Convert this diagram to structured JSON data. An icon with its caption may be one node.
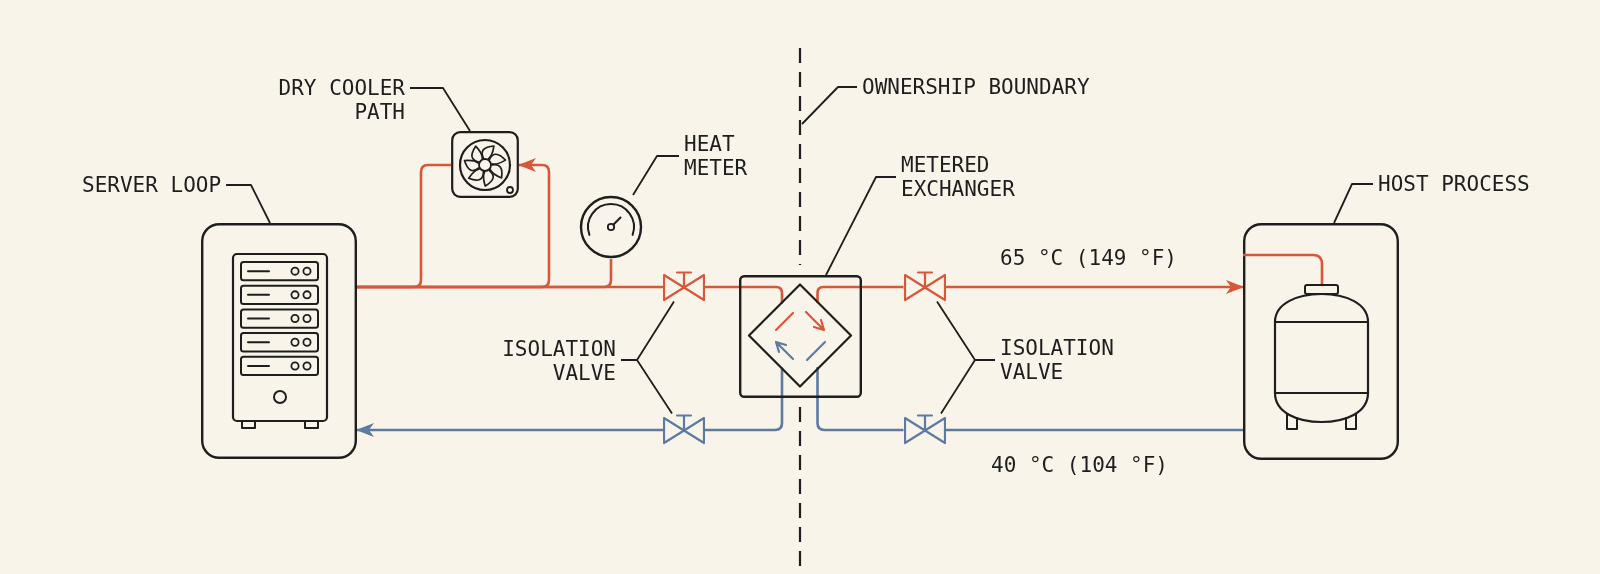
{
  "diagram": {
    "nodes": [
      {
        "text": [
          "SERVER LOOP"
        ]
      },
      {
        "text": [],
        "shape": "picture"
      },
      {
        "text": [
          "DRY COOLER PATH"
        ]
      },
      {
        "text": [],
        "shape": "picture"
      },
      {
        "text": [
          "HEAT METER"
        ]
      },
      {
        "text": [],
        "shape": "picture"
      },
      {
        "text": [
          "ISOLATION VALVE"
        ]
      },
      {
        "text": [],
        "shape": "valve"
      },
      {
        "text": [],
        "shape": "valve"
      },
      {
        "text": [
          "OWNERSHIP BOUNDARY"
        ]
      },
      {
        "text": [],
        "shape": "line"
      },
      {
        "text": [
          "METERED EXCHANGER"
        ]
      },
      {
        "text": [],
        "shape": "picture"
      },
      {
        "text": [
          "ISOLATION VALVE"
        ]
      },
      {
        "text": [],
        "shape": "valve"
      },
      {
        "text": [],
        "shape": "valve"
      },
      {
        "text": [
          "HOST PROCESS"
        ]
      },
      {
        "text": [],
        "shape": "picture"
      }
    ],
    "edges": [
      {
        "from": 0,
        "to": 1,
        "arrow": "none"
      },
      {
        "from": 2,
        "to": 3,
        "arrow": "none"
      },
      {
        "from": 4,
        "to": 5,
        "arrow": "none"
      },
      {
        "from": 6,
        "to": 7,
        "arrow": "none"
      },
      {
        "from": 6,
        "to": 8,
        "arrow": "none"
      },
      {
        "from": 9,
        "to": 10,
        "arrow": "none"
      },
      {
        "from": 11,
        "to": 12,
        "arrow": "none"
      },
      {
        "from": 13,
        "to": 14,
        "arrow": "none"
      },
      {
        "from": 13,
        "to": 15,
        "arrow": "none"
      },
      {
        "from": 16,
        "to": 17,
        "arrow": "none"
      },
      {
        "from": 1,
        "to": 7,
        "arrow": "none",
        "color": "#d8573b"
      },
      {
        "from": 3,
        "to": 1,
        "arrow": "none",
        "color": "#d8573b"
      },
      {
        "from": 1,
        "to": 3,
        "arrow": "to",
        "color": "#d8573b"
      },
      {
        "from": 1,
        "to": 5,
        "arrow": "none",
        "color": "#d8573b"
      },
      {
        "from": 7,
        "to": 12,
        "arrow": "none",
        "color": "#d8573b"
      },
      {
        "from": 12,
        "to": 14,
        "arrow": "none",
        "color": "#d8573b"
      },
      {
        "from": 14,
        "to": 17,
        "arrow": "to",
        "color": "#d8573b"
      },
      {
        "from": 17,
        "to": 15,
        "arrow": "none",
        "color": "#5e7aa0"
      },
      {
        "from": 15,
        "to": 12,
        "arrow": "none",
        "color": "#5e7aa0"
      },
      {
        "from": 12,
        "to": 8,
        "arrow": "none",
        "color": "#5e7aa0"
      },
      {
        "from": 8,
        "to": 1,
        "arrow": "to",
        "color": "#5e7aa0"
      }
    ],
    "labels": [
      "65 °C (149 °F)",
      "40 °C (104 °F)"
    ]
  }
}
